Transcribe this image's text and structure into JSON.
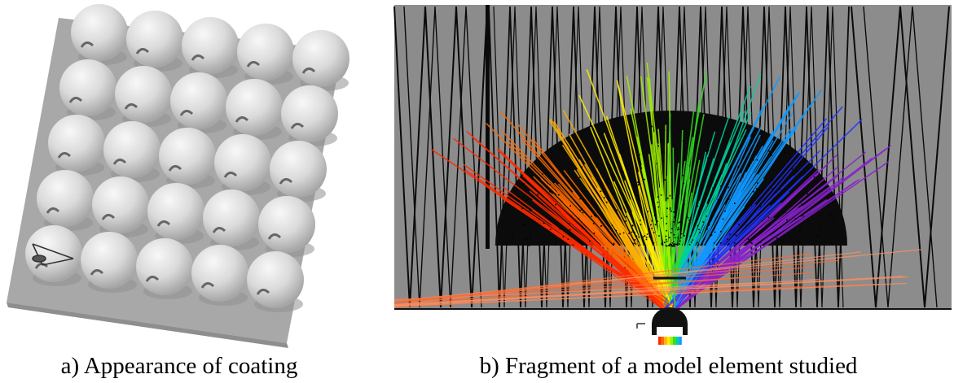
{
  "figure": {
    "panel_a": {
      "caption": "a) Appearance of coating"
    },
    "panel_b": {
      "caption": "b) Fragment of a model element studied"
    }
  },
  "colors": {
    "coating_base": "#a8a8a8",
    "coating_edge": "#9a9a9a",
    "sphere_light": "#f4f4f4",
    "sphere_shadow": "#a6a6a6",
    "model_background": "#8c8c8c",
    "dome_fill": "#0b0b0b",
    "ray_spectrum": [
      "#ff2a00",
      "#ff6a00",
      "#ffb000",
      "#ffee00",
      "#a0f000",
      "#33dd22",
      "#00d0a0",
      "#1199ff",
      "#2233ff",
      "#8822cc"
    ]
  },
  "icons": {
    "panel_a": "sphere-array-coating",
    "panel_b": "light-source-detector"
  }
}
